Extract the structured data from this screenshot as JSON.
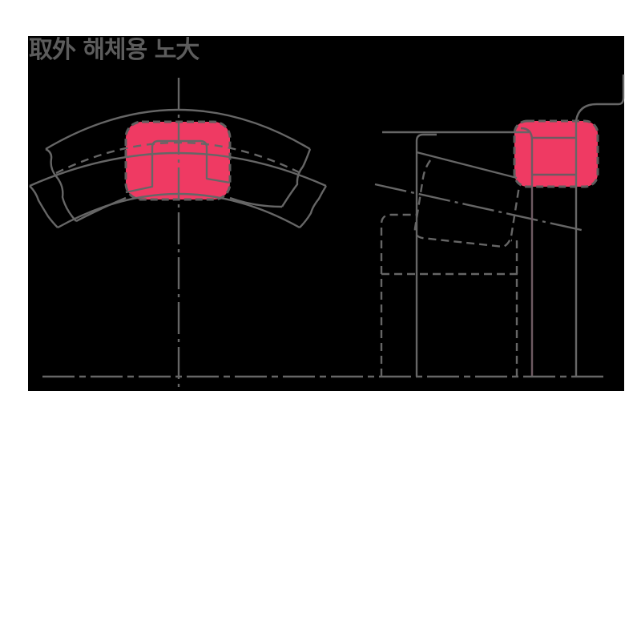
{
  "title": "取外 해체용 노大",
  "colors": {
    "background": "#000000",
    "page": "#ffffff",
    "line": "#666666",
    "highlight": "#ef3a63",
    "title": "#5c5c5c"
  },
  "diagram": {
    "left_view": {
      "name": "bearing-ring-front-view",
      "highlight": "removal-notch-region"
    },
    "right_view": {
      "name": "bearing-cross-section-view",
      "highlight": "roller-removal-region"
    }
  }
}
